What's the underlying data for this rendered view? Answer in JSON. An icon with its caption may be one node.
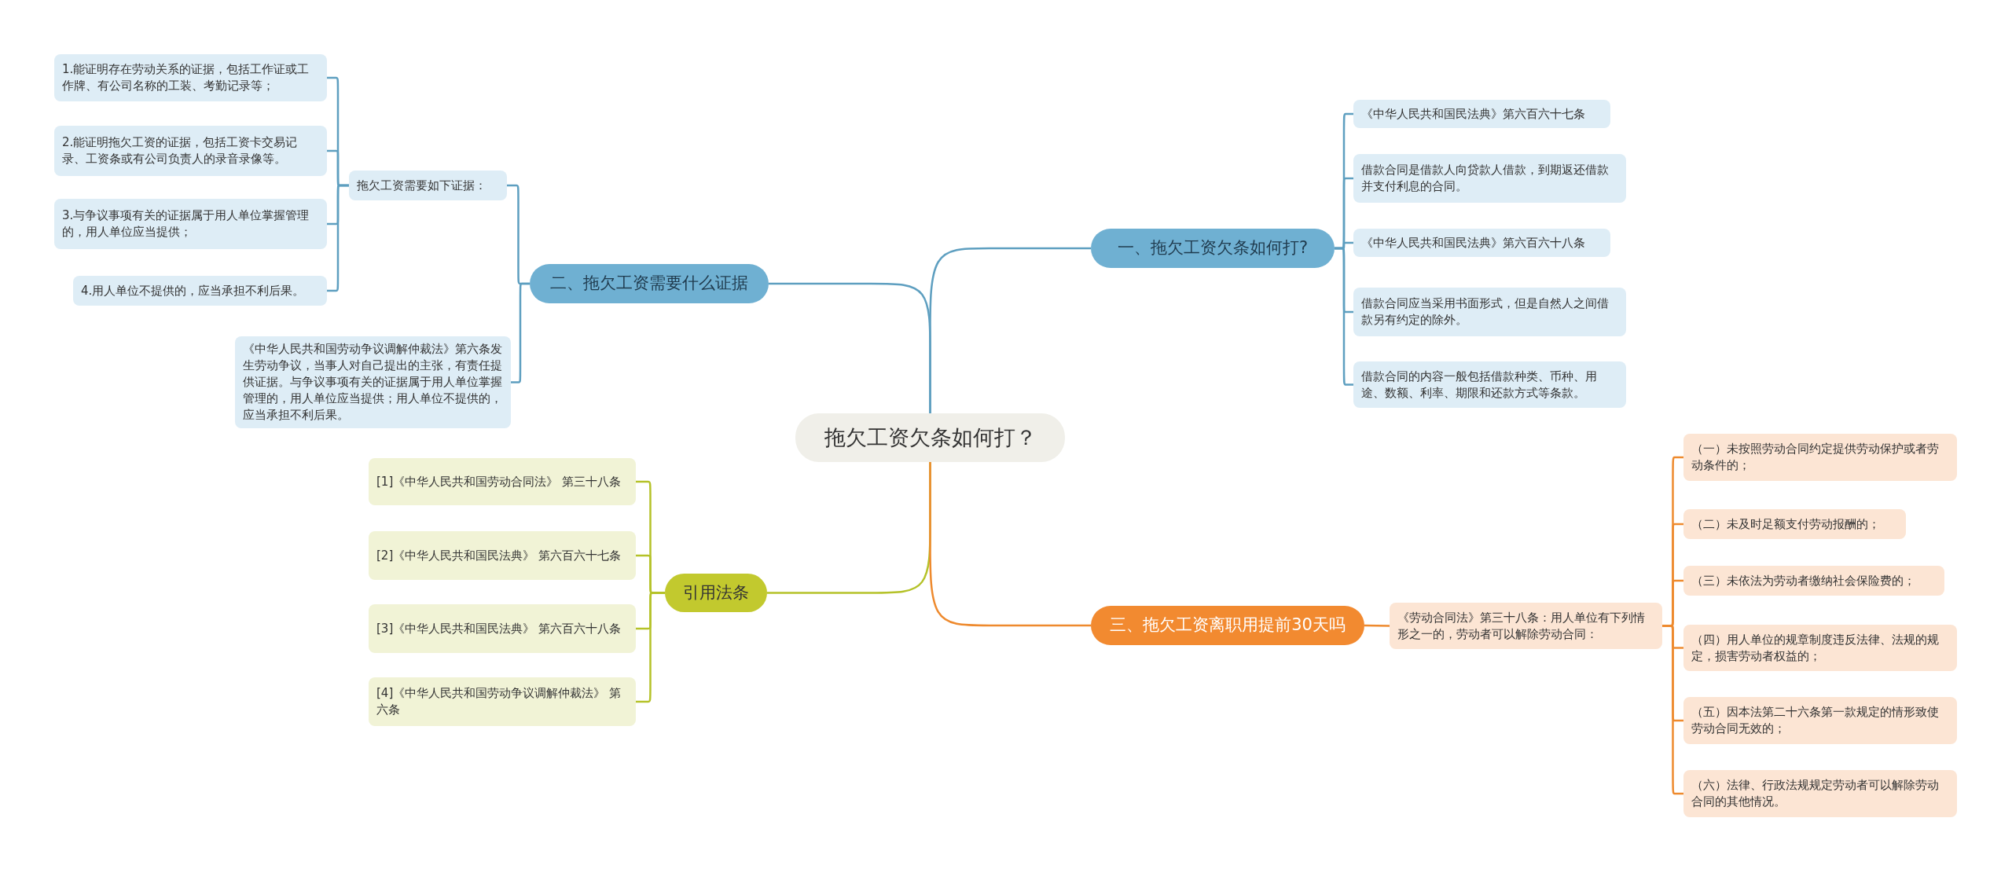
{
  "diagram": {
    "nodes": [
      {
        "text": [
          "拖欠工资欠条如何打？"
        ]
      },
      {
        "text": [
          "一、拖欠工资欠条如何打?"
        ]
      },
      {
        "text": [
          "《中华人民共和国民法典》第六百六十七条"
        ]
      },
      {
        "text": [
          "借款合同是借款人向贷款人借款，到期返还借款并支付利息的合同。"
        ]
      },
      {
        "text": [
          "《中华人民共和国民法典》第六百六十八条"
        ]
      },
      {
        "text": [
          "借款合同应当采用书面形式，但是自然人之间借款另有约定的除外。"
        ]
      },
      {
        "text": [
          "借款合同的内容一般包括借款种类、币种、用途、数额、利率、期限和还款方式等条款。"
        ]
      },
      {
        "text": [
          "二、拖欠工资需要什么证据"
        ]
      },
      {
        "text": [
          "拖欠工资需要如下证据："
        ]
      },
      {
        "text": [
          "1.能证明存在劳动关系的证据，包括工作证或工作牌、有公司名称的工装、考勤记录等；"
        ]
      },
      {
        "text": [
          "2.能证明拖欠工资的证据，包括工资卡交易记录、工资条或有公司负责人的录音录像等。"
        ]
      },
      {
        "text": [
          "3.与争议事项有关的证据属于用人单位掌握管理的，用人单位应当提供；"
        ]
      },
      {
        "text": [
          "4.用人单位不提供的，应当承担不利后果。"
        ]
      },
      {
        "text": [
          "《中华人民共和国劳动争议调解仲裁法》第六条发生劳动争议，当事人对自己提出的主张，有责任提供证据。与争议事项有关的证据属于用人单位掌握管理的，用人单位应当提供；用人单位不提供的，应当承担不利后果。"
        ]
      },
      {
        "text": [
          "引用法条"
        ]
      },
      {
        "text": [
          "[1]《中华人民共和国劳动合同法》 第三十八条"
        ]
      },
      {
        "text": [
          "[2]《中华人民共和国民法典》 第六百六十七条"
        ]
      },
      {
        "text": [
          "[3]《中华人民共和国民法典》 第六百六十八条"
        ]
      },
      {
        "text": [
          "[4]《中华人民共和国劳动争议调解仲裁法》 第六条"
        ]
      },
      {
        "text": [
          "三、拖欠工资离职用提前30天吗"
        ]
      },
      {
        "text": [
          "《劳动合同法》第三十八条：用人单位有下列情形之一的，劳动者可以解除劳动合同："
        ]
      },
      {
        "text": [
          "（一）未按照劳动合同约定提供劳动保护或者劳动条件的；"
        ]
      },
      {
        "text": [
          "（二）未及时足额支付劳动报酬的；"
        ]
      },
      {
        "text": [
          "（三）未依法为劳动者缴纳社会保险费的；"
        ]
      },
      {
        "text": [
          "（四）用人单位的规章制度违反法律、法规的规定，损害劳动者权益的；"
        ]
      },
      {
        "text": [
          "（五）因本法第二十六条第一款规定的情形致使劳动合同无效的；"
        ]
      },
      {
        "text": [
          "（六）法律、行政法规规定劳动者可以解除劳动合同的其他情况。"
        ]
      }
    ],
    "edges": [
      {
        "from": 0,
        "to": 1,
        "arrow": "none"
      },
      {
        "from": 1,
        "to": 2,
        "arrow": "none"
      },
      {
        "from": 1,
        "to": 3,
        "arrow": "none"
      },
      {
        "from": 1,
        "to": 4,
        "arrow": "none"
      },
      {
        "from": 1,
        "to": 5,
        "arrow": "none"
      },
      {
        "from": 1,
        "to": 6,
        "arrow": "none"
      },
      {
        "from": 0,
        "to": 7,
        "arrow": "none"
      },
      {
        "from": 7,
        "to": 8,
        "arrow": "none"
      },
      {
        "from": 8,
        "to": 9,
        "arrow": "none"
      },
      {
        "from": 8,
        "to": 10,
        "arrow": "none"
      },
      {
        "from": 8,
        "to": 11,
        "arrow": "none"
      },
      {
        "from": 8,
        "to": 12,
        "arrow": "none"
      },
      {
        "from": 7,
        "to": 13,
        "arrow": "none"
      },
      {
        "from": 0,
        "to": 14,
        "arrow": "none",
        "color": "#b5c229"
      },
      {
        "from": 14,
        "to": 15,
        "arrow": "none",
        "color": "#b5c229"
      },
      {
        "from": 14,
        "to": 16,
        "arrow": "none",
        "color": "#b5c229"
      },
      {
        "from": 14,
        "to": 17,
        "arrow": "none",
        "color": "#b5c229"
      },
      {
        "from": 14,
        "to": 18,
        "arrow": "none",
        "color": "#b5c229"
      },
      {
        "from": 0,
        "to": 19,
        "arrow": "none",
        "color": "#ee8a2e"
      },
      {
        "from": 19,
        "to": 20,
        "arrow": "none",
        "color": "#ee8a2e"
      },
      {
        "from": 20,
        "to": 21,
        "arrow": "none",
        "color": "#ee8a2e"
      },
      {
        "from": 20,
        "to": 22,
        "arrow": "none",
        "color": "#ee8a2e"
      },
      {
        "from": 20,
        "to": 23,
        "arrow": "none",
        "color": "#ee8a2e"
      },
      {
        "from": 20,
        "to": 24,
        "arrow": "none",
        "color": "#ee8a2e"
      },
      {
        "from": 20,
        "to": 25,
        "arrow": "none",
        "color": "#ee8a2e"
      },
      {
        "from": 20,
        "to": 26,
        "arrow": "none",
        "color": "#ee8a2e"
      }
    ]
  }
}
